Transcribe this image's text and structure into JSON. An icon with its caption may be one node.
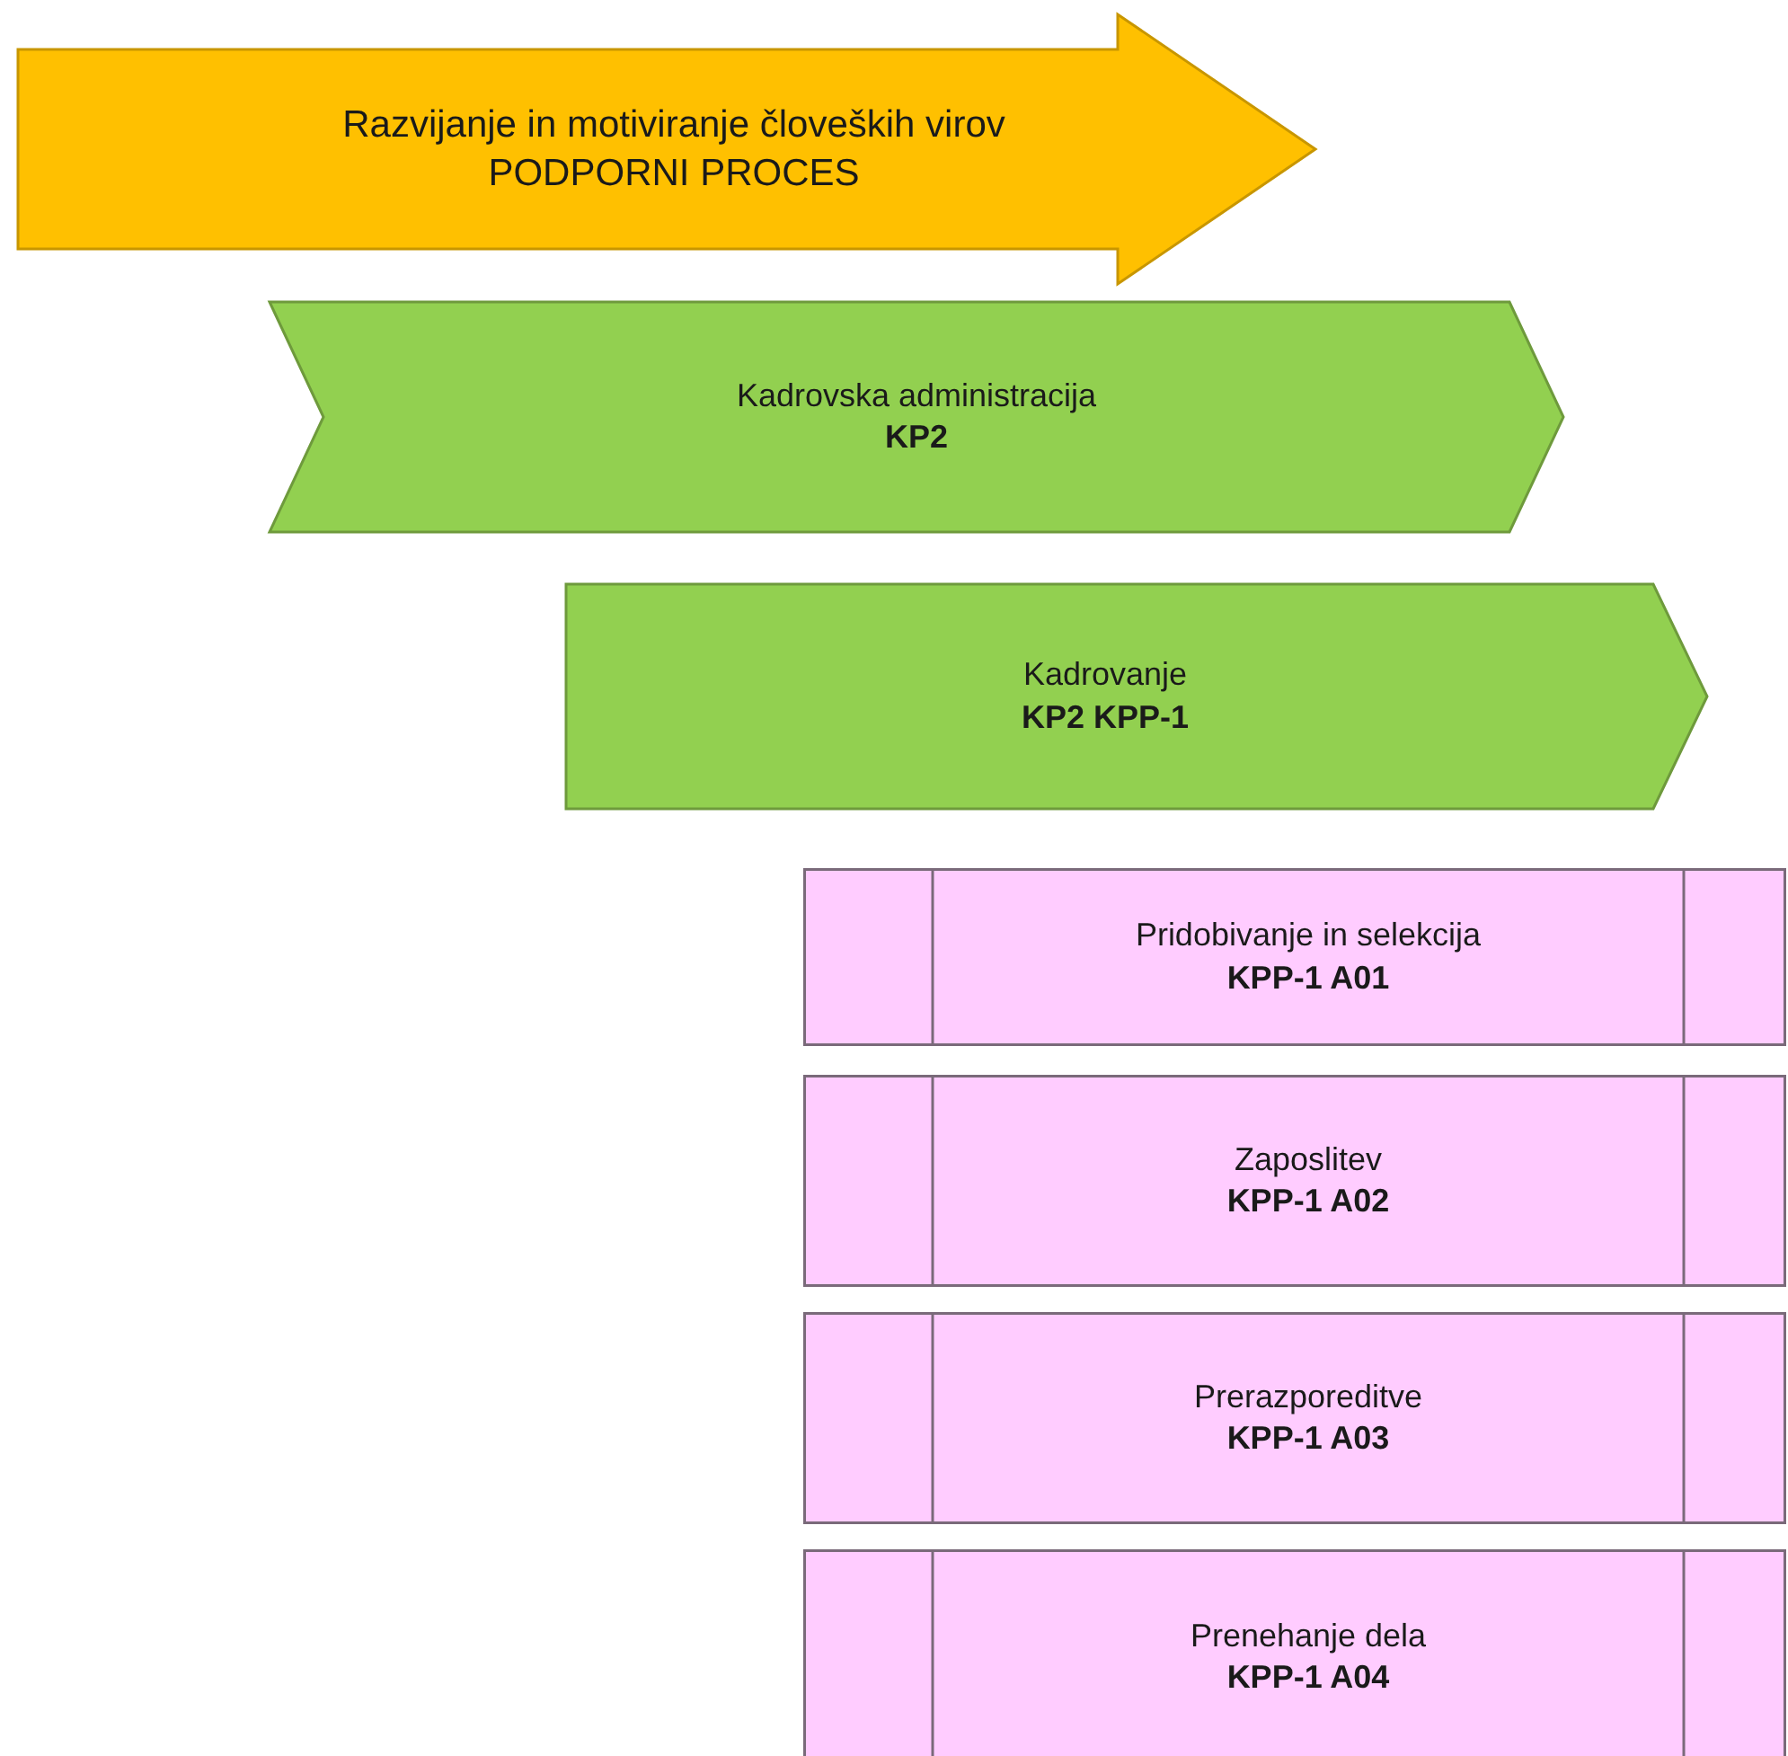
{
  "diagram": {
    "nodes": [
      {
        "text": [
          "Razvijanje in motiviranje človeških virov",
          "PODPORNI PROCES"
        ]
      },
      {
        "text": [
          "Kadrovska administracija",
          "KP2"
        ]
      },
      {
        "text": [
          "Kadrovanje",
          "KP2 KPP-1"
        ]
      },
      {
        "text": [
          "Pridobivanje in selekcija",
          "KPP-1 A01"
        ]
      },
      {
        "text": [
          "Zaposlitev",
          "KPP-1 A02"
        ]
      },
      {
        "text": [
          "Prerazporeditve",
          "KPP-1 A03"
        ]
      },
      {
        "text": [
          "Prenehanje dela",
          "KPP-1 A04"
        ]
      }
    ]
  }
}
